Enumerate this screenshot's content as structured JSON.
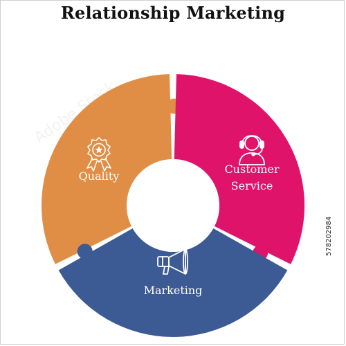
{
  "title": "Relationship Marketing",
  "segments": [
    {
      "label_lines": [
        "Quality"
      ],
      "icon": "award-ribbon-icon",
      "color": "#E08E45"
    },
    {
      "label_lines": [
        "Customer",
        "Service"
      ],
      "icon": "customer-support-headset-icon",
      "color": "#E0136A"
    },
    {
      "label_lines": [
        "Marketing"
      ],
      "icon": "megaphone-icon",
      "color": "#3C5A94"
    }
  ],
  "stock_id": "578202984",
  "watermark_text": "Adobe Stock"
}
